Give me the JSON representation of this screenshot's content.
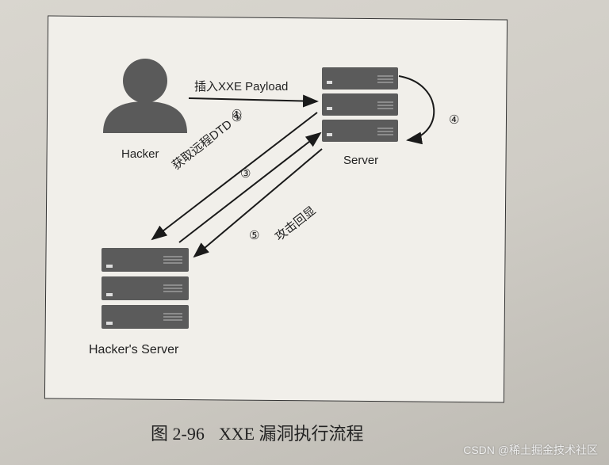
{
  "figure": {
    "hacker_label": "Hacker",
    "server_label": "Server",
    "hacker_server_label": "Hacker's Server",
    "steps": {
      "s1_text": "插入XXE Payload",
      "s1_num": "①",
      "s2_text": "获取远程DTD ②",
      "s3_num": "③",
      "s4_num": "④",
      "s5_num": "⑤",
      "s5_text": "攻击回显"
    }
  },
  "caption": {
    "number": "图 2-96",
    "title": "XXE 漏洞执行流程"
  },
  "watermark": "CSDN @稀土掘金技术社区",
  "colors": {
    "server_fill": "#555555",
    "arrow": "#1a1a1a",
    "frame": "#333333"
  }
}
